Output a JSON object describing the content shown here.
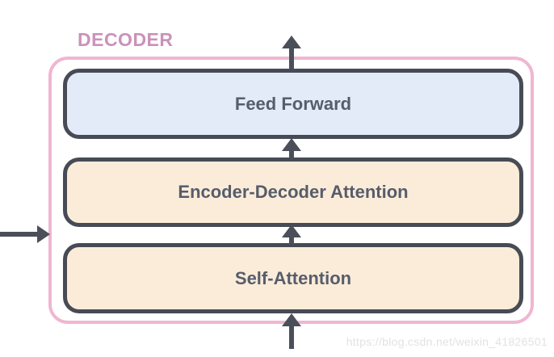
{
  "diagram": {
    "title": "DECODER",
    "layers": [
      {
        "name": "feed-forward",
        "label": "Feed Forward",
        "fill": "#e3ebf9"
      },
      {
        "name": "encoder-decoder-attention",
        "label": "Encoder-Decoder Attention",
        "fill": "#fbecd9"
      },
      {
        "name": "self-attention",
        "label": "Self-Attention",
        "fill": "#fbecd9"
      }
    ],
    "arrows": [
      {
        "name": "decoder-output-arrow",
        "direction": "up",
        "from": "feed-forward",
        "to": "out"
      },
      {
        "name": "feed-forward-input-arrow",
        "direction": "up",
        "from": "encoder-decoder-attention",
        "to": "feed-forward"
      },
      {
        "name": "enc-dec-attention-input-arrow",
        "direction": "up",
        "from": "self-attention",
        "to": "encoder-decoder-attention"
      },
      {
        "name": "decoder-input-arrow",
        "direction": "up",
        "from": "in",
        "to": "self-attention"
      },
      {
        "name": "encoder-output-arrow",
        "direction": "right",
        "from": "left-edge",
        "to": "decoder"
      }
    ],
    "colors": {
      "decoder_border": "#f0b6d1",
      "decoder_title": "#ca92b9",
      "layer_border": "#464b55",
      "layer_text": "#565d6b",
      "feed_forward_fill": "#e3ebf9",
      "attention_fill": "#fbecd9",
      "arrow": "#4a4f59",
      "background": "#ffffff"
    }
  },
  "watermark": "https://blog.csdn.net/weixin_41826501"
}
